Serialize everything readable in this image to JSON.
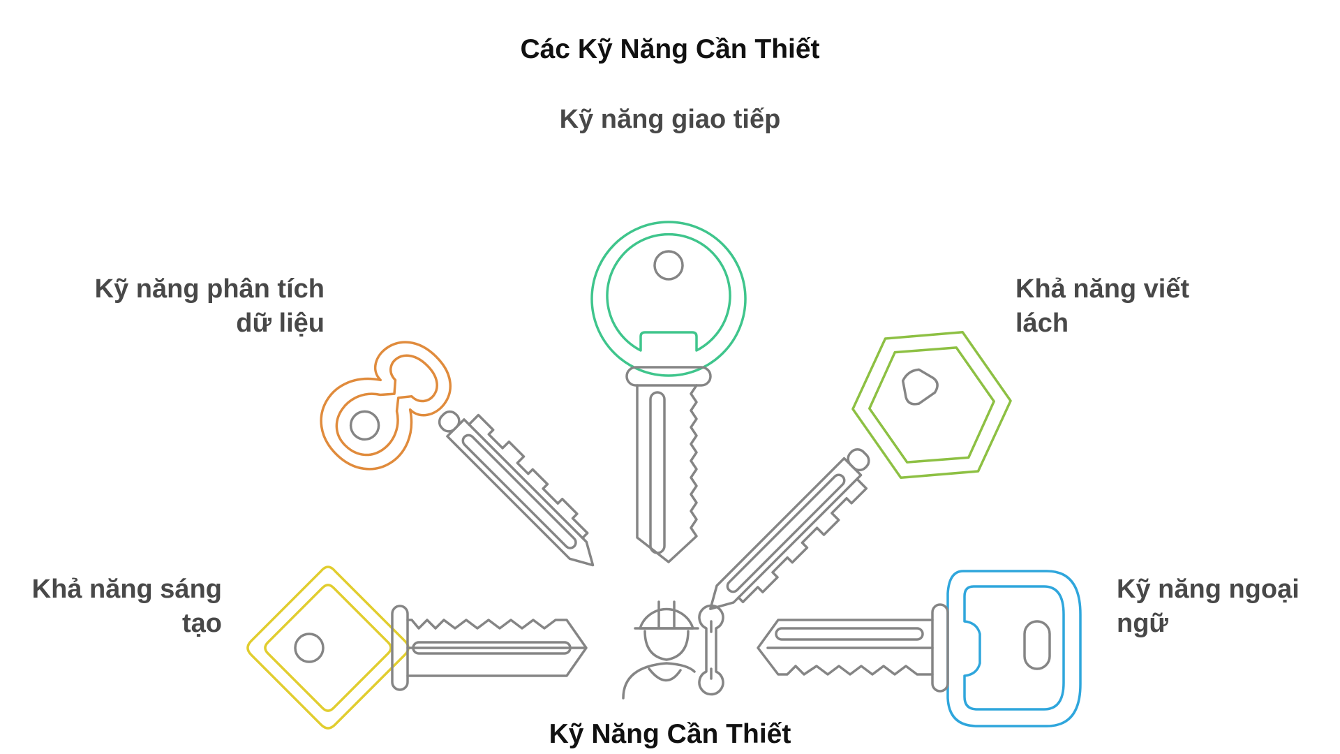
{
  "title": "Các Kỹ Năng Cần Thiết",
  "center": {
    "label": "Kỹ Năng Cần Thiết",
    "icon": "worker-with-wrench-icon"
  },
  "keys": [
    {
      "id": "communication",
      "label_lines": [
        "Kỹ năng giao tiếp"
      ],
      "color": "#3fc58c",
      "icon": "round-key-icon"
    },
    {
      "id": "data-analysis",
      "label_lines": [
        "Kỹ năng phân tích",
        "dữ liệu"
      ],
      "color": "#e08b3c",
      "icon": "clover-key-icon"
    },
    {
      "id": "writing",
      "label_lines": [
        "Khả năng viết",
        "lách"
      ],
      "color": "#8dc043",
      "icon": "hexagon-key-icon"
    },
    {
      "id": "creativity",
      "label_lines": [
        "Khả năng sáng",
        "tạo"
      ],
      "color": "#e1cd2f",
      "icon": "diamond-key-icon"
    },
    {
      "id": "foreign-language",
      "label_lines": [
        "Kỹ năng ngoại",
        "ngữ"
      ],
      "color": "#2fa6dc",
      "icon": "rounded-rect-key-icon"
    }
  ],
  "colors": {
    "key_shaft": "#858585",
    "label_text": "#484848",
    "title_text": "#111111"
  }
}
